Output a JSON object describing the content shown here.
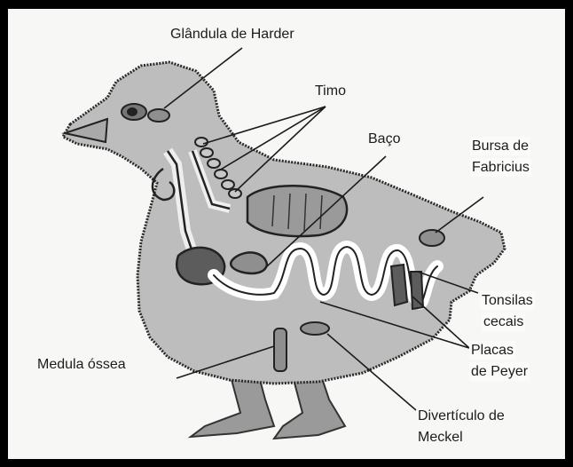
{
  "labels": {
    "glandula_harder": "Glândula de Harder",
    "timo": "Timo",
    "baco": "Baço",
    "bursa_line1": "Bursa de",
    "bursa_line2": "Fabricius",
    "tonsilas_line1": "Tonsilas",
    "tonsilas_line2": "cecais",
    "medula": "Medula óssea",
    "placas_line1": "Placas",
    "placas_line2": "de Peyer",
    "diverticulo_line1": "Divertículo de",
    "diverticulo_line2": "Meckel"
  },
  "colors": {
    "frame": "#000000",
    "paper": "#f7f7f5",
    "body_fill": "#bdbdbd",
    "organ_fill": "#8f8f8f",
    "dark_organ": "#5c5c5c",
    "ink": "#1c1c1c"
  }
}
